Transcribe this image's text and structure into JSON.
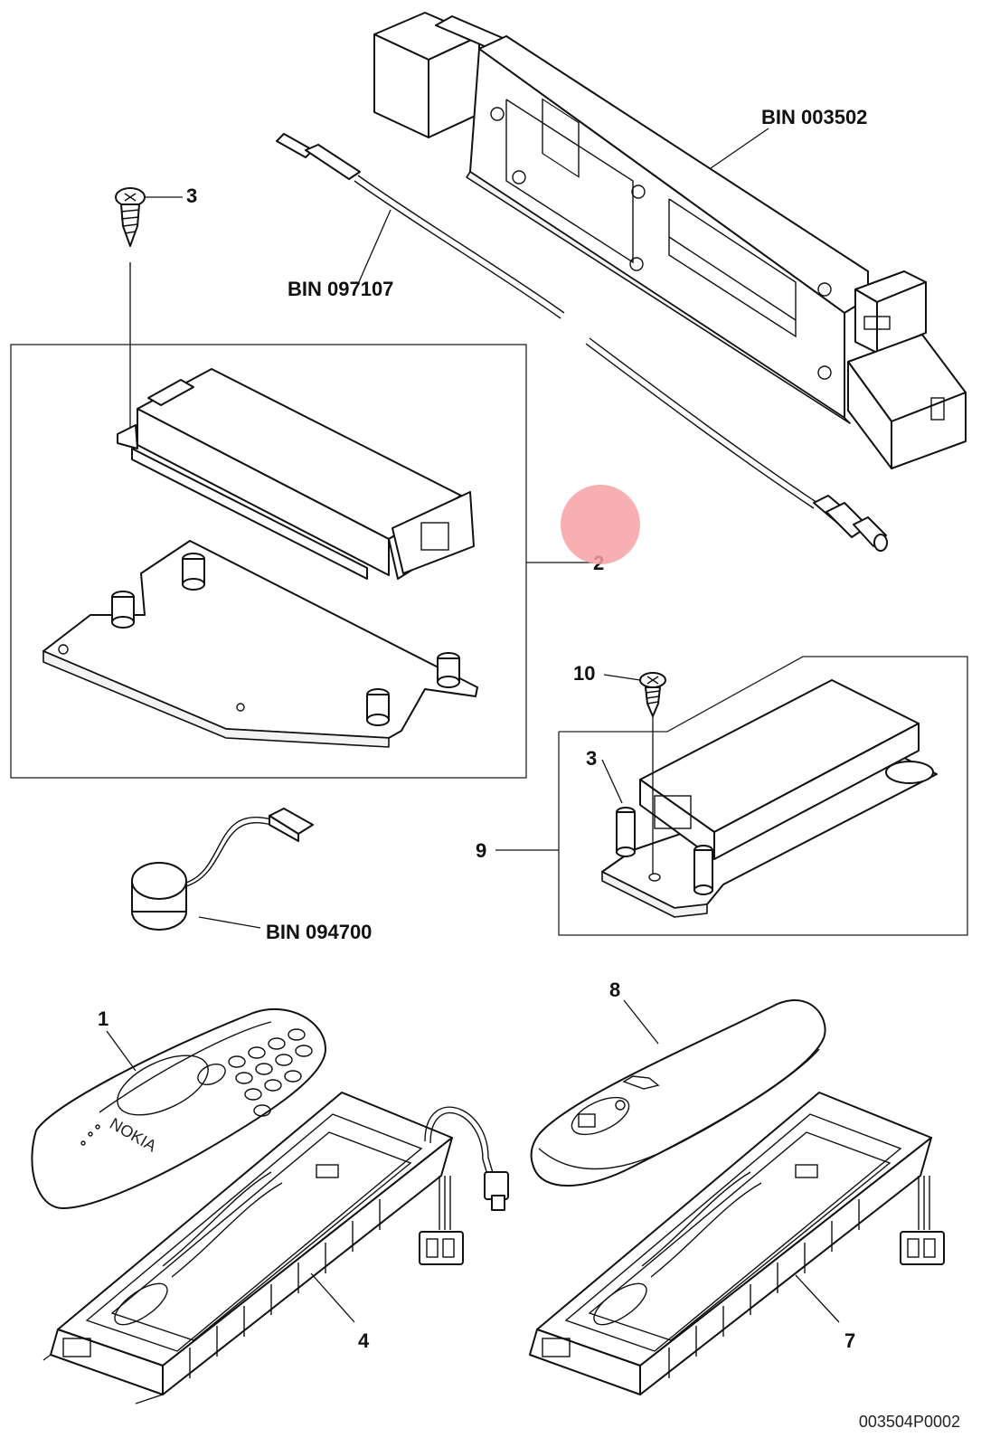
{
  "labels": {
    "bin_003502": "BIN 003502",
    "bin_097107": "BIN 097107",
    "bin_094700": "BIN 094700",
    "n1": "1",
    "n2": "2",
    "n3a": "3",
    "n3b": "3",
    "n4": "4",
    "n7": "7",
    "n8": "8",
    "n9": "9",
    "n10": "10",
    "handset_brand": "NOKIA",
    "diagram_code": "003504P0002"
  },
  "colors": {
    "line": "#111111",
    "highlight": "#f7a1a4"
  }
}
